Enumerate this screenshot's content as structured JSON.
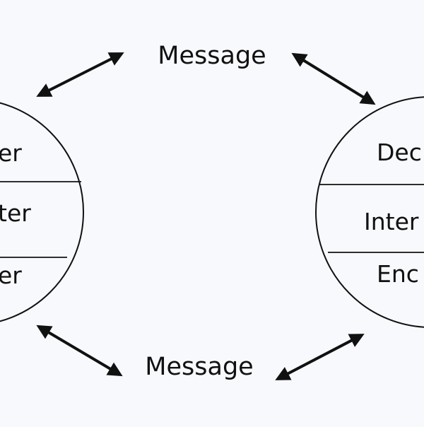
{
  "diagram": {
    "background": "#f8f9fd",
    "stroke_color": "#111111",
    "messages": {
      "top": "Message",
      "bottom": "Message"
    },
    "left_circle": {
      "decoder": "er",
      "interpreter": "ter",
      "encoder": "er"
    },
    "right_circle": {
      "decoder": "Dec",
      "interpreter": "Inter",
      "encoder": "Enc"
    }
  }
}
